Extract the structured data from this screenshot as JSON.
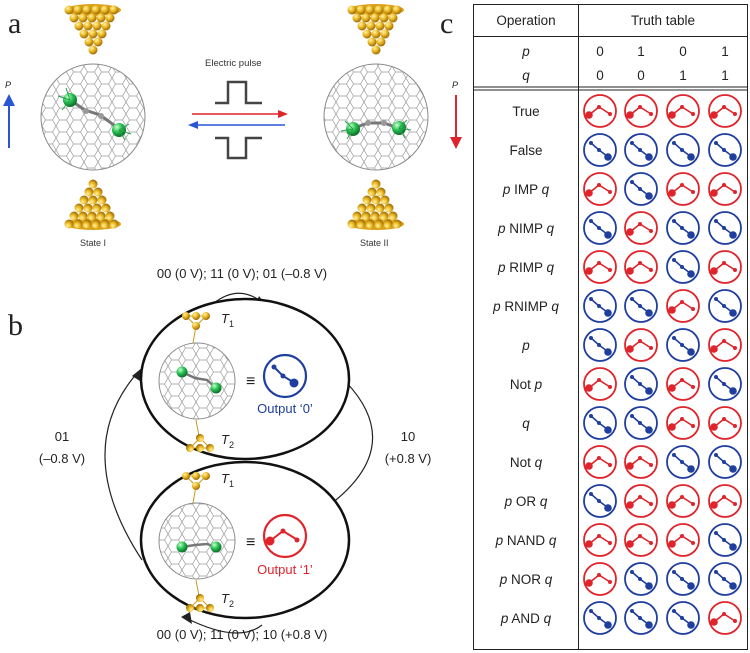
{
  "panel_a": {
    "letter": "a",
    "left_axis_label": "P",
    "right_axis_label": "P",
    "pulse_label": "Electric pulse",
    "state_left": "State I",
    "state_right": "State II"
  },
  "panel_b": {
    "letter": "b",
    "top_arrow_label": "00 (0 V); 11 (0 V); 01 (–0.8 V)",
    "bottom_arrow_label": "00 (0 V); 11 (0 V); 10 (+0.8 V)",
    "left_label_line1": "01",
    "left_label_line2": "(–0.8 V)",
    "right_label_line1": "10",
    "right_label_line2": "(+0.8 V)",
    "top_state": {
      "t1": "T",
      "t1_sub": "1",
      "t2": "T",
      "t2_sub": "2",
      "equiv": "≡",
      "output": "Output ‘0’",
      "color": "#1f3e9e"
    },
    "bottom_state": {
      "t1": "T",
      "t1_sub": "1",
      "t2": "T",
      "t2_sub": "2",
      "equiv": "≡",
      "output": "Output ‘1’",
      "color": "#e0242b"
    }
  },
  "panel_c": {
    "letter": "c",
    "col_operation": "Operation",
    "col_truth": "Truth table",
    "p_label": "p",
    "q_label": "q",
    "p_values": [
      "0",
      "1",
      "0",
      "1"
    ],
    "q_values": [
      "0",
      "0",
      "1",
      "1"
    ],
    "rows": [
      {
        "prefix": "",
        "name": "True",
        "suffix": "",
        "outputs": [
          1,
          1,
          1,
          1
        ]
      },
      {
        "prefix": "",
        "name": "False",
        "suffix": "",
        "outputs": [
          0,
          0,
          0,
          0
        ]
      },
      {
        "prefix": "p",
        "name": " IMP ",
        "suffix": "q",
        "outputs": [
          1,
          0,
          1,
          1
        ]
      },
      {
        "prefix": "p",
        "name": " NIMP ",
        "suffix": "q",
        "outputs": [
          0,
          1,
          0,
          0
        ]
      },
      {
        "prefix": "p",
        "name": " RIMP ",
        "suffix": "q",
        "outputs": [
          1,
          1,
          0,
          1
        ]
      },
      {
        "prefix": "p",
        "name": " RNIMP ",
        "suffix": "q",
        "outputs": [
          0,
          0,
          1,
          0
        ]
      },
      {
        "prefix": "",
        "name": "",
        "suffix": "p",
        "outputs": [
          0,
          1,
          0,
          1
        ]
      },
      {
        "prefix": "",
        "name": "Not ",
        "suffix": "p",
        "outputs": [
          1,
          0,
          1,
          0
        ]
      },
      {
        "prefix": "",
        "name": "",
        "suffix": "q",
        "outputs": [
          0,
          0,
          1,
          1
        ]
      },
      {
        "prefix": "",
        "name": "Not ",
        "suffix": "q",
        "outputs": [
          1,
          1,
          0,
          0
        ]
      },
      {
        "prefix": "p",
        "name": " OR ",
        "suffix": "q",
        "outputs": [
          0,
          1,
          1,
          1
        ]
      },
      {
        "prefix": "p",
        "name": " NAND ",
        "suffix": "q",
        "outputs": [
          1,
          1,
          1,
          0
        ]
      },
      {
        "prefix": "p",
        "name": " NOR ",
        "suffix": "q",
        "outputs": [
          1,
          0,
          0,
          0
        ]
      },
      {
        "prefix": "p",
        "name": " AND ",
        "suffix": "q",
        "outputs": [
          0,
          0,
          0,
          1
        ]
      }
    ]
  },
  "colors": {
    "red": "#e0242b",
    "blue": "#1f3e9e",
    "gold": "#e8b21c",
    "green": "#22b24c"
  }
}
